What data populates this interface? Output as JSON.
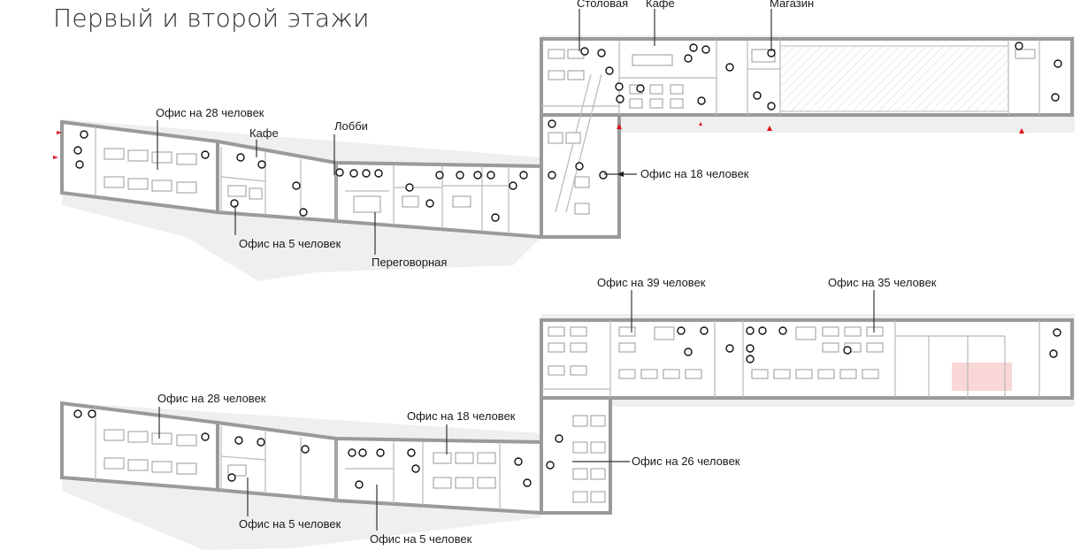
{
  "title": "Первый и второй этажи",
  "floor1": {
    "labels": {
      "stolovaya": "Столовая",
      "kafe_top": "Кафе",
      "magazin": "Магазин",
      "office28": "Офис на 28 человек",
      "kafe": "Кафе",
      "lobbi": "Лобби",
      "office18": "Офис на 18 человек",
      "office5": "Офис на 5 человек",
      "peregovornaya": "Переговорная"
    }
  },
  "floor2": {
    "labels": {
      "office39": "Офис на 39 человек",
      "office35": "Офис на 35 человек",
      "office28": "Офис на 28 человек",
      "office18": "Офис на 18 человек",
      "office26": "Офис на 26 человек",
      "office5a": "Офис на 5 человек",
      "office5b": "Офис на 5 человек"
    }
  },
  "colors": {
    "wall": "#9a9a9a",
    "wall_fill": "#e4e2de",
    "shadow": "#efefef",
    "room_line": "#b9b9b9",
    "furniture": "#9a9a9a",
    "leader": "#333333",
    "entrance_marker": "#e0101b",
    "highlight_room": "#f9d7d7"
  }
}
